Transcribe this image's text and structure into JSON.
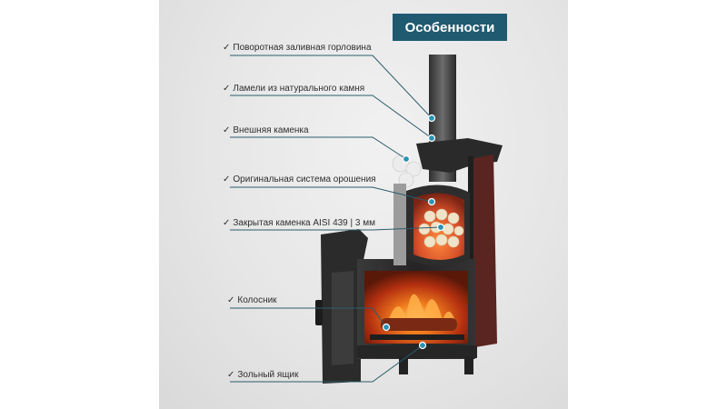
{
  "title": "Особенности",
  "check_mark": "✓",
  "features": [
    {
      "label": "Поворотная заливная горловина"
    },
    {
      "label": "Ламели из натурального камня"
    },
    {
      "label": "Внешняя каменка"
    },
    {
      "label": "Оригинальная система орошения"
    },
    {
      "label": "Закрытая каменка AISI 439 | 3 мм"
    },
    {
      "label": "Колосник"
    },
    {
      "label": "Зольный ящик"
    }
  ],
  "colors": {
    "accent": "#1f5a70",
    "leader_line": "#2b5c6c",
    "leader_dot": "#2a93b4",
    "stove_body": "#2c2c2c",
    "fire": "#e8501c",
    "stone": "#6a2a24"
  }
}
